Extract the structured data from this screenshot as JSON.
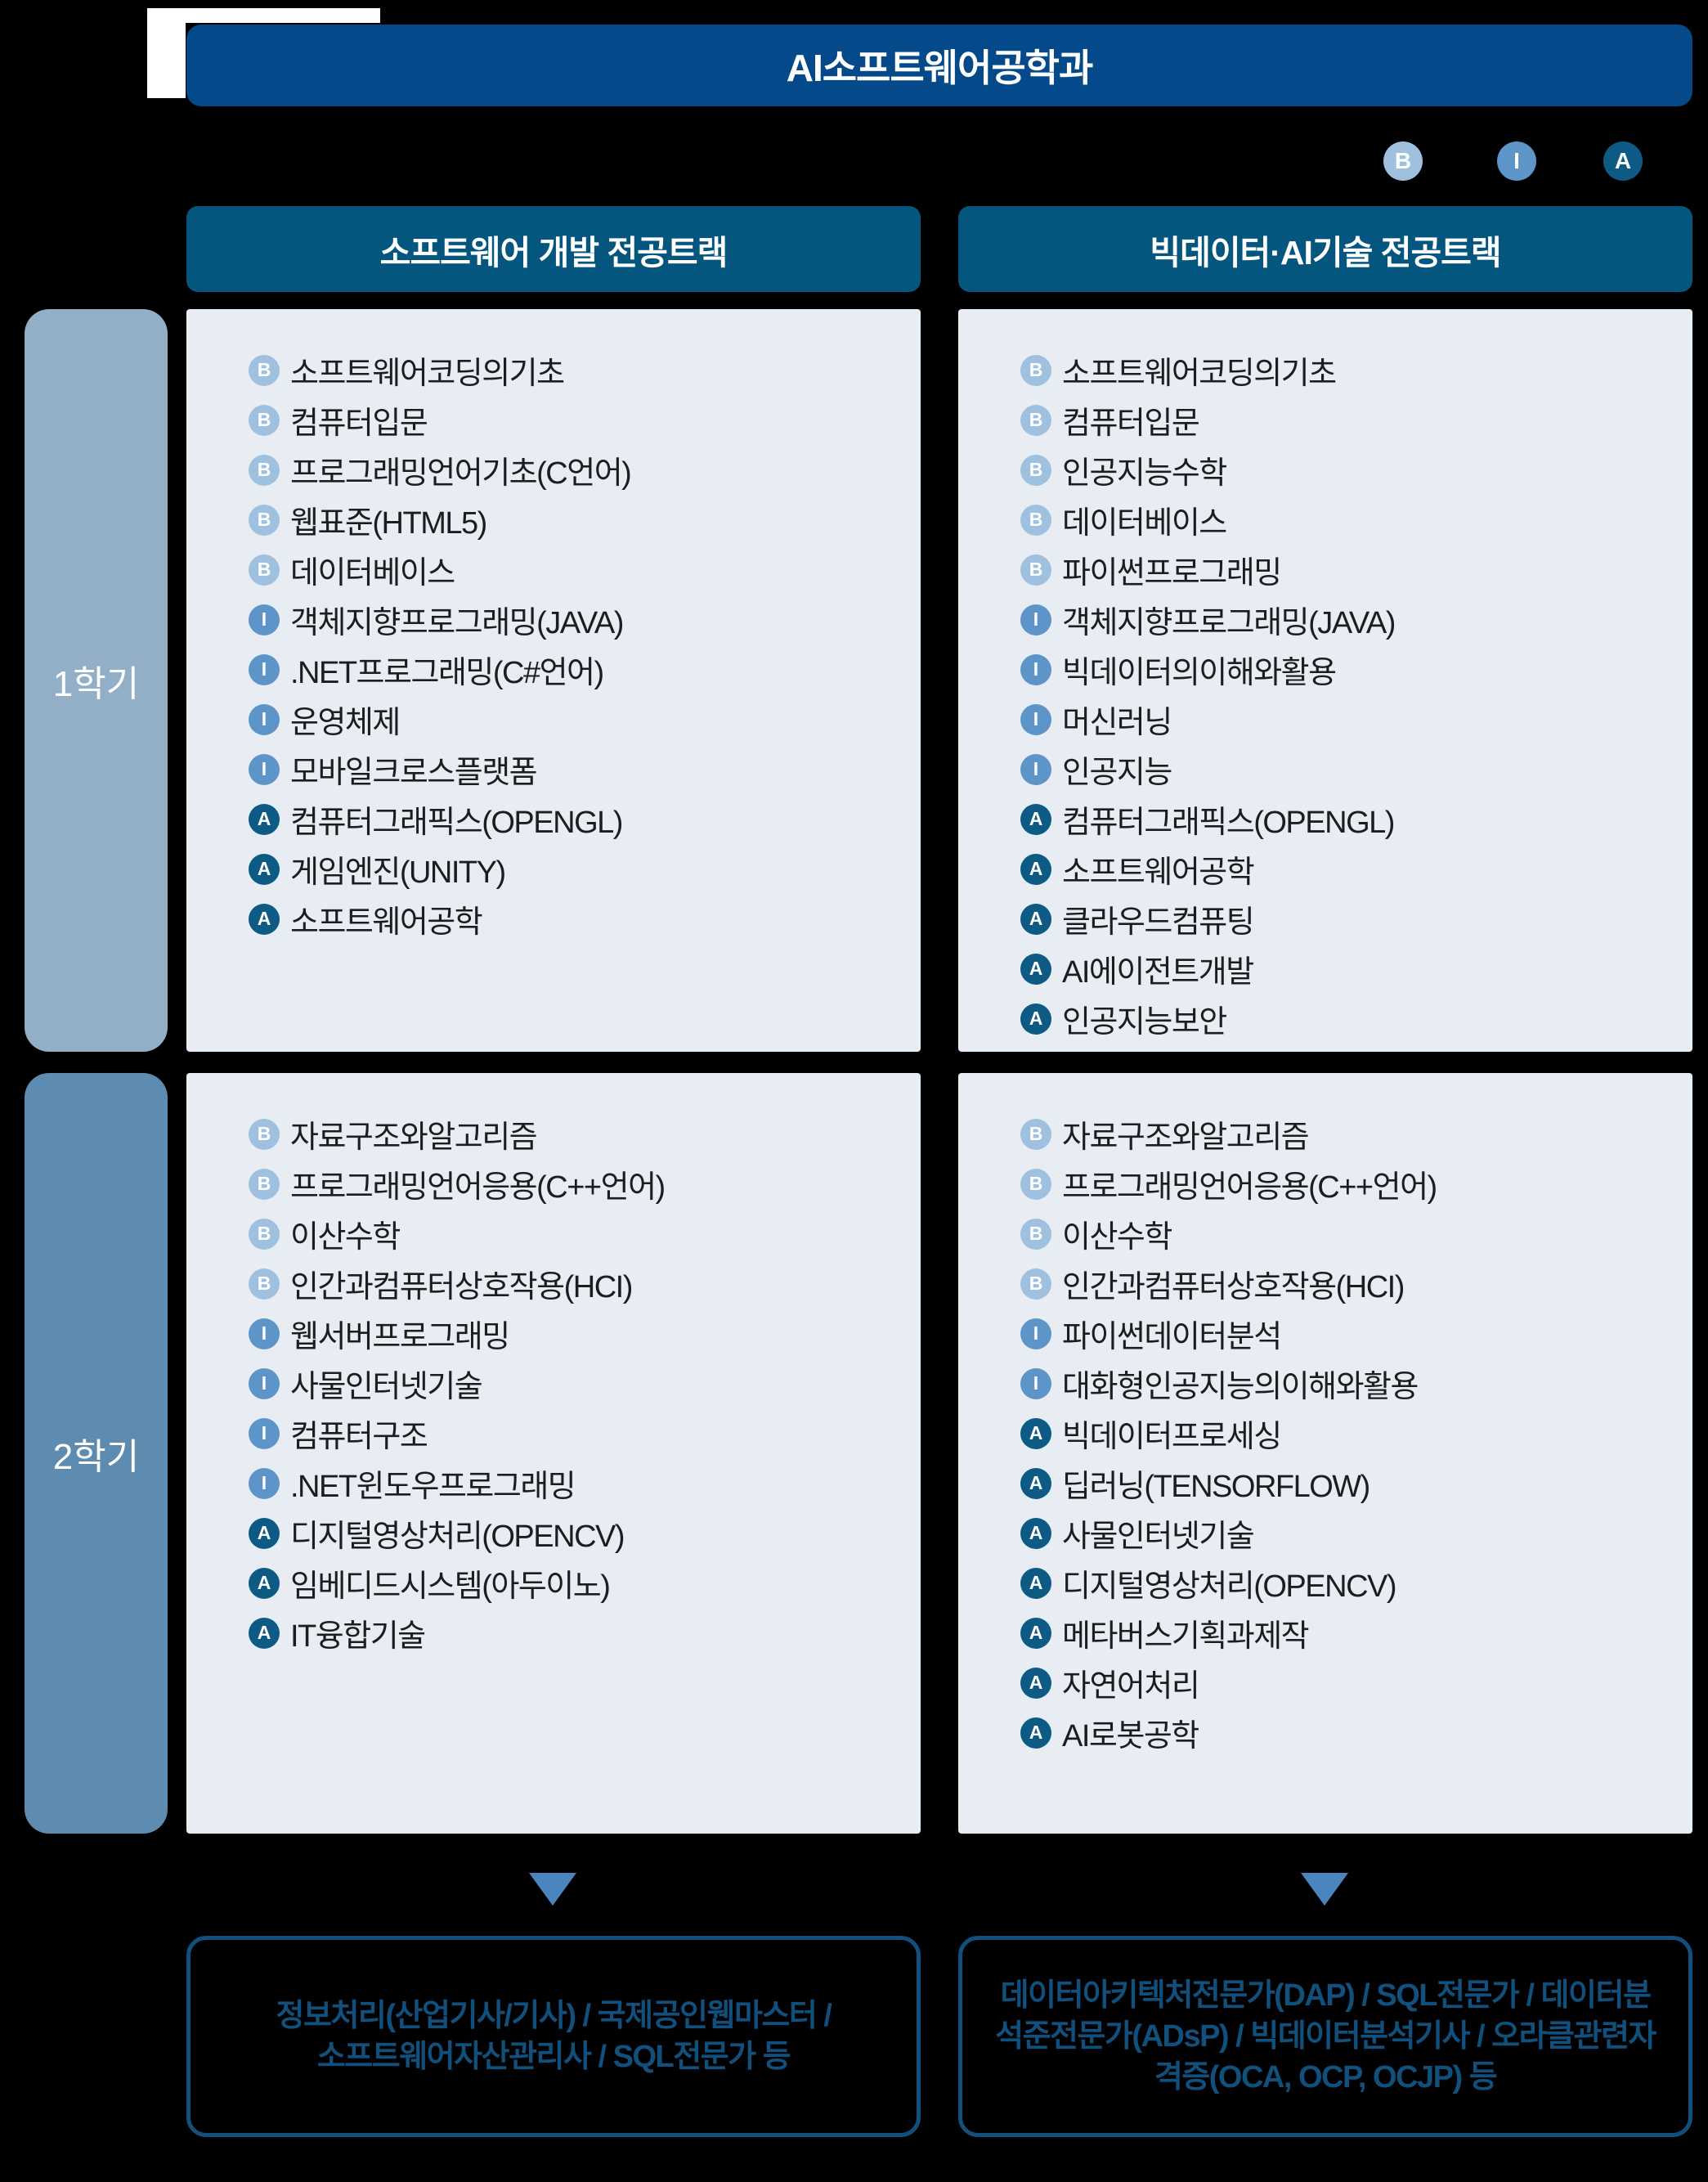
{
  "page": {
    "title": "AI소프트웨어공학과"
  },
  "legend": {
    "badges": [
      {
        "label": "B",
        "color": "#9fc0de"
      },
      {
        "label": "I",
        "color": "#5d95c8"
      },
      {
        "label": "A",
        "color": "#0d5a85"
      }
    ]
  },
  "semesters": [
    {
      "label": "1학기"
    },
    {
      "label": "2학기"
    }
  ],
  "tracks": [
    {
      "header": "소프트웨어 개발 전공트랙",
      "semesters": [
        {
          "courses": [
            {
              "level": "B",
              "name": "소프트웨어코딩의기초"
            },
            {
              "level": "B",
              "name": "컴퓨터입문"
            },
            {
              "level": "B",
              "name": "프로그래밍언어기초(C언어)"
            },
            {
              "level": "B",
              "name": "웹표준(HTML5)"
            },
            {
              "level": "B",
              "name": "데이터베이스"
            },
            {
              "level": "I",
              "name": "객체지향프로그래밍(JAVA)"
            },
            {
              "level": "I",
              "name": ".NET프로그래밍(C#언어)"
            },
            {
              "level": "I",
              "name": "운영체제"
            },
            {
              "level": "I",
              "name": "모바일크로스플랫폼"
            },
            {
              "level": "A",
              "name": "컴퓨터그래픽스(OPENGL)"
            },
            {
              "level": "A",
              "name": "게임엔진(UNITY)"
            },
            {
              "level": "A",
              "name": "소프트웨어공학"
            }
          ]
        },
        {
          "courses": [
            {
              "level": "B",
              "name": "자료구조와알고리즘"
            },
            {
              "level": "B",
              "name": "프로그래밍언어응용(C++언어)"
            },
            {
              "level": "B",
              "name": "이산수학"
            },
            {
              "level": "B",
              "name": "인간과컴퓨터상호작용(HCI)"
            },
            {
              "level": "I",
              "name": "웹서버프로그래밍"
            },
            {
              "level": "I",
              "name": "사물인터넷기술"
            },
            {
              "level": "I",
              "name": "컴퓨터구조"
            },
            {
              "level": "I",
              "name": ".NET윈도우프로그래밍"
            },
            {
              "level": "A",
              "name": "디지털영상처리(OPENCV)"
            },
            {
              "level": "A",
              "name": "임베디드시스템(아두이노)"
            },
            {
              "level": "A",
              "name": "IT융합기술"
            }
          ]
        }
      ],
      "certifications": "정보처리(산업기사/기사) / 국제공인웹마스터 /\n소프트웨어자산관리사 / SQL전문가 등"
    },
    {
      "header": "빅데이터·AI기술 전공트랙",
      "semesters": [
        {
          "courses": [
            {
              "level": "B",
              "name": "소프트웨어코딩의기초"
            },
            {
              "level": "B",
              "name": "컴퓨터입문"
            },
            {
              "level": "B",
              "name": "인공지능수학"
            },
            {
              "level": "B",
              "name": "데이터베이스"
            },
            {
              "level": "B",
              "name": "파이썬프로그래밍"
            },
            {
              "level": "I",
              "name": "객체지향프로그래밍(JAVA)"
            },
            {
              "level": "I",
              "name": "빅데이터의이해와활용"
            },
            {
              "level": "I",
              "name": "머신러닝"
            },
            {
              "level": "I",
              "name": "인공지능"
            },
            {
              "level": "A",
              "name": "컴퓨터그래픽스(OPENGL)"
            },
            {
              "level": "A",
              "name": "소프트웨어공학"
            },
            {
              "level": "A",
              "name": "클라우드컴퓨팅"
            },
            {
              "level": "A",
              "name": "AI에이전트개발"
            },
            {
              "level": "A",
              "name": "인공지능보안"
            }
          ]
        },
        {
          "courses": [
            {
              "level": "B",
              "name": "자료구조와알고리즘"
            },
            {
              "level": "B",
              "name": "프로그래밍언어응용(C++언어)"
            },
            {
              "level": "B",
              "name": "이산수학"
            },
            {
              "level": "B",
              "name": "인간과컴퓨터상호작용(HCI)"
            },
            {
              "level": "I",
              "name": "파이썬데이터분석"
            },
            {
              "level": "I",
              "name": "대화형인공지능의이해와활용"
            },
            {
              "level": "A",
              "name": "빅데이터프로세싱"
            },
            {
              "level": "A",
              "name": "딥러닝(TENSORFLOW)"
            },
            {
              "level": "A",
              "name": "사물인터넷기술"
            },
            {
              "level": "A",
              "name": "디지털영상처리(OPENCV)"
            },
            {
              "level": "A",
              "name": "메타버스기획과제작"
            },
            {
              "level": "A",
              "name": "자연어처리"
            },
            {
              "level": "A",
              "name": "AI로봇공학"
            }
          ]
        }
      ],
      "certifications": "데이터아키텍처전문가(DAP) / SQL전문가 / 데이터분\n석준전문가(ADsP) / 빅데이터분석기사 / 오라클관련자\n격증(OCA, OCP, OCJP) 등"
    }
  ],
  "colors": {
    "background": "#000000",
    "title_bar": "#04498a",
    "track_header": "#05567f",
    "panel": "#e8edf4",
    "semester1_sidebar": "#93afc8",
    "semester2_sidebar": "#5d8cb0",
    "level_basic": "#9fc0de",
    "level_intermediate": "#5d95c8",
    "level_advanced": "#0d5a85",
    "arrow": "#4a86bd",
    "certification_accent": "#11507c"
  }
}
